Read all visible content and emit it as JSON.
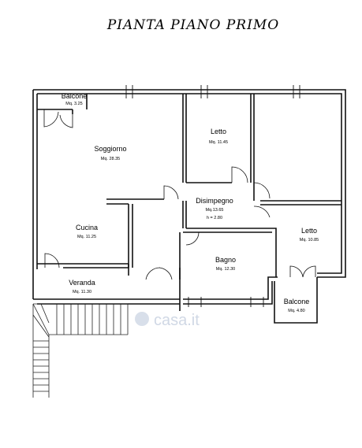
{
  "title": "PIANTA PIANO PRIMO",
  "rooms": [
    {
      "id": "balcone-1",
      "name": "Balcone",
      "area": "Mq. 3.25"
    },
    {
      "id": "soggiorno",
      "name": "Soggiorno",
      "area": "Mq. 28.35"
    },
    {
      "id": "letto-1",
      "name": "Letto",
      "area": "Mq. 11.45"
    },
    {
      "id": "disimpegno",
      "name": "Disimpegno",
      "area": "Mq.13.65",
      "extra": "h = 2.80"
    },
    {
      "id": "cucina",
      "name": "Cucina",
      "area": "Mq. 11.25"
    },
    {
      "id": "letto-2",
      "name": "Letto",
      "area": "Mq. 10.85"
    },
    {
      "id": "bagno",
      "name": "Bagno",
      "area": "Mq. 12.30"
    },
    {
      "id": "veranda",
      "name": "Veranda",
      "area": "Mq. 11.30"
    },
    {
      "id": "balcone-2",
      "name": "Balcone",
      "area": "Mq. 4.80"
    }
  ],
  "watermark": "casa.it",
  "colors": {
    "wall": "#111111",
    "watermark": "#b8c4d8"
  }
}
